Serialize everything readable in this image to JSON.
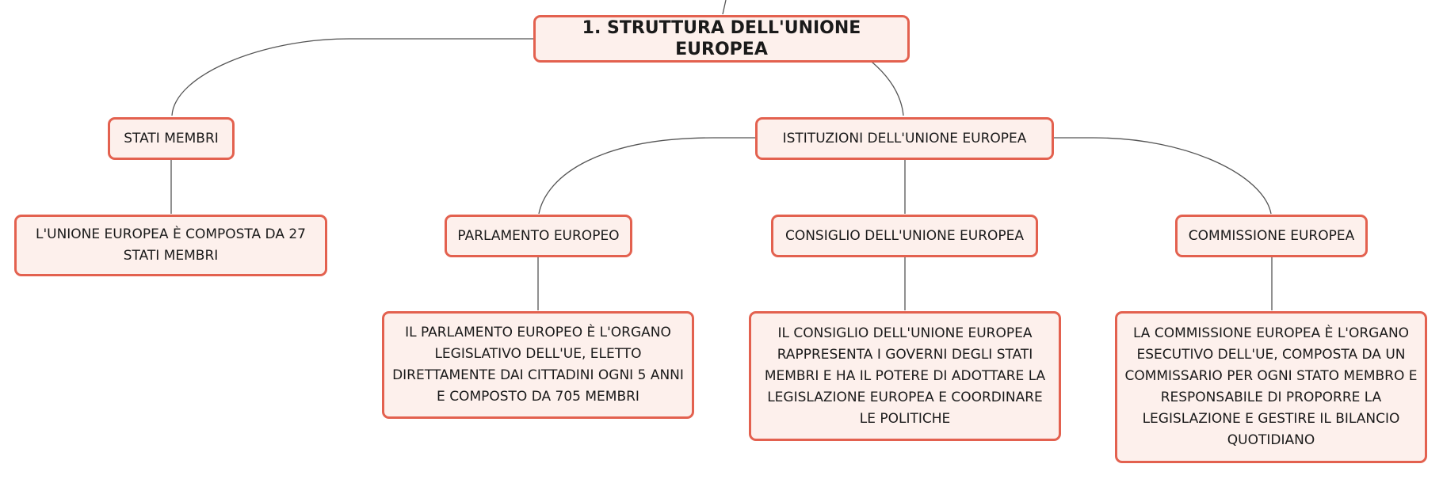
{
  "root": {
    "label": "1. STRUTTURA DELL'UNIONE EUROPEA"
  },
  "stati_membri": {
    "label": "STATI MEMBRI",
    "detail": "L'UNIONE EUROPEA È COMPOSTA DA 27 STATI MEMBRI"
  },
  "istituzioni": {
    "label": "ISTITUZIONI DELL'UNIONE EUROPEA",
    "parlamento": {
      "label": "PARLAMENTO EUROPEO",
      "detail": "IL PARLAMENTO EUROPEO È L'ORGANO LEGISLATIVO DELL'UE, ELETTO DIRETTAMENTE DAI CITTADINI OGNI 5 ANNI E COMPOSTO DA 705 MEMBRI"
    },
    "consiglio": {
      "label": "CONSIGLIO DELL'UNIONE EUROPEA",
      "detail": "IL CONSIGLIO DELL'UNIONE EUROPEA RAPPRESENTA I GOVERNI DEGLI STATI MEMBRI E HA IL POTERE DI ADOTTARE LA LEGISLAZIONE EUROPEA E COORDINARE LE POLITICHE"
    },
    "commissione": {
      "label": "COMMISSIONE EUROPEA",
      "detail": "LA COMMISSIONE EUROPEA È L'ORGANO ESECUTIVO DELL'UE, COMPOSTA DA UN COMMISSARIO PER OGNI STATO MEMBRO E RESPONSABILE DI PROPORRE LA LEGISLAZIONE E GESTIRE IL BILANCIO QUOTIDIANO"
    }
  }
}
